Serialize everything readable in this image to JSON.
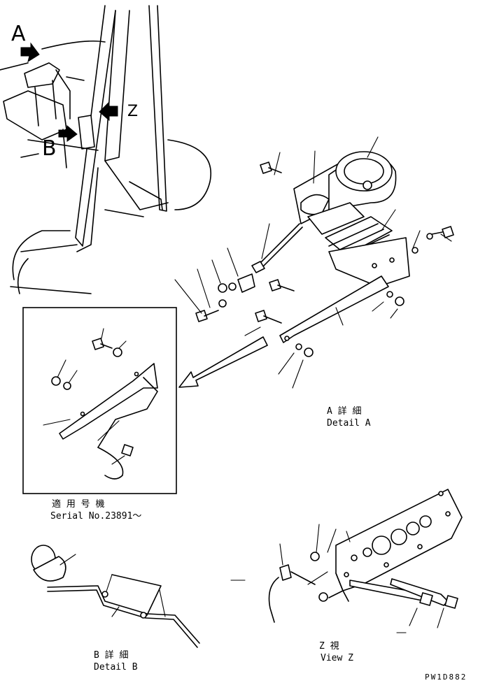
{
  "views": {
    "a_letter": "A",
    "b_letter": "B",
    "z_letter": "Z"
  },
  "detail_a": {
    "jp": "A 詳 細",
    "en": "Detail A"
  },
  "detail_b": {
    "jp": "B 詳 細",
    "en": "Detail B"
  },
  "view_z": {
    "jp": "Z 視",
    "en": "View Z"
  },
  "inset": {
    "jp": "適 用 号 機",
    "serial": "Serial No.23891～"
  },
  "drawing_code": "PW1D882"
}
